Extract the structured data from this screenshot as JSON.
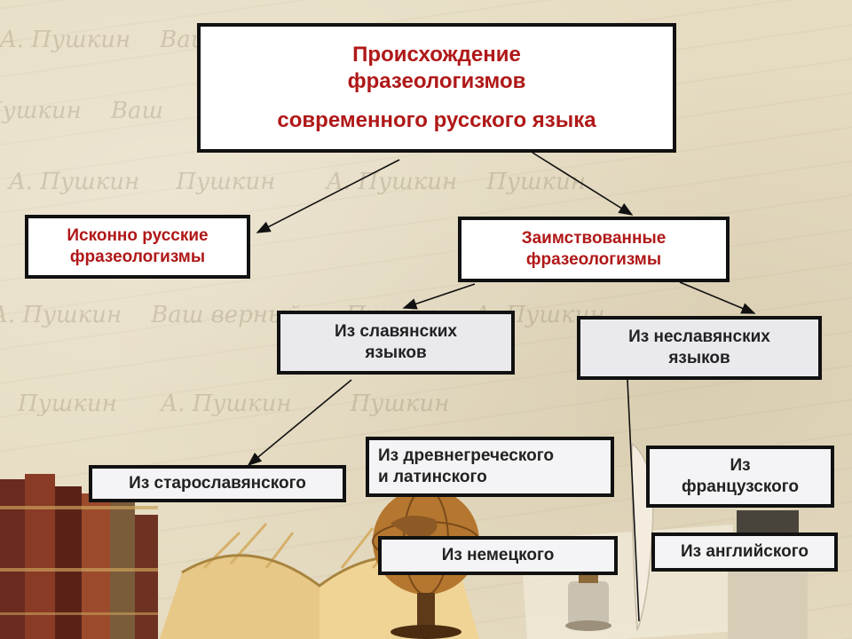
{
  "diagram": {
    "root": {
      "lines": [
        "Происхождение",
        "фразеологизмов",
        "современного русского языка"
      ]
    },
    "native": {
      "lines": [
        "Исконно русские",
        "фразеологизмы"
      ]
    },
    "borrowed": {
      "lines": [
        "Заимствованные",
        "фразеологизмы"
      ]
    },
    "slavic": {
      "lines": [
        "Из славянских",
        "языков"
      ]
    },
    "nonslavic": {
      "lines": [
        "Из неславянских",
        "языков"
      ]
    },
    "oldslavonic": {
      "lines": [
        "Из старославянского"
      ]
    },
    "greek_latin": {
      "lines": [
        "Из древнегреческого",
        "и латинского"
      ]
    },
    "french": {
      "lines": [
        "Из",
        "французского"
      ]
    },
    "german": {
      "lines": [
        "Из немецкого"
      ]
    },
    "english": {
      "lines": [
        "Из английского"
      ]
    }
  },
  "colors": {
    "title_text": "#b01818",
    "node_text": "#222222",
    "border": "#111111",
    "background": "#e6dcc2"
  }
}
